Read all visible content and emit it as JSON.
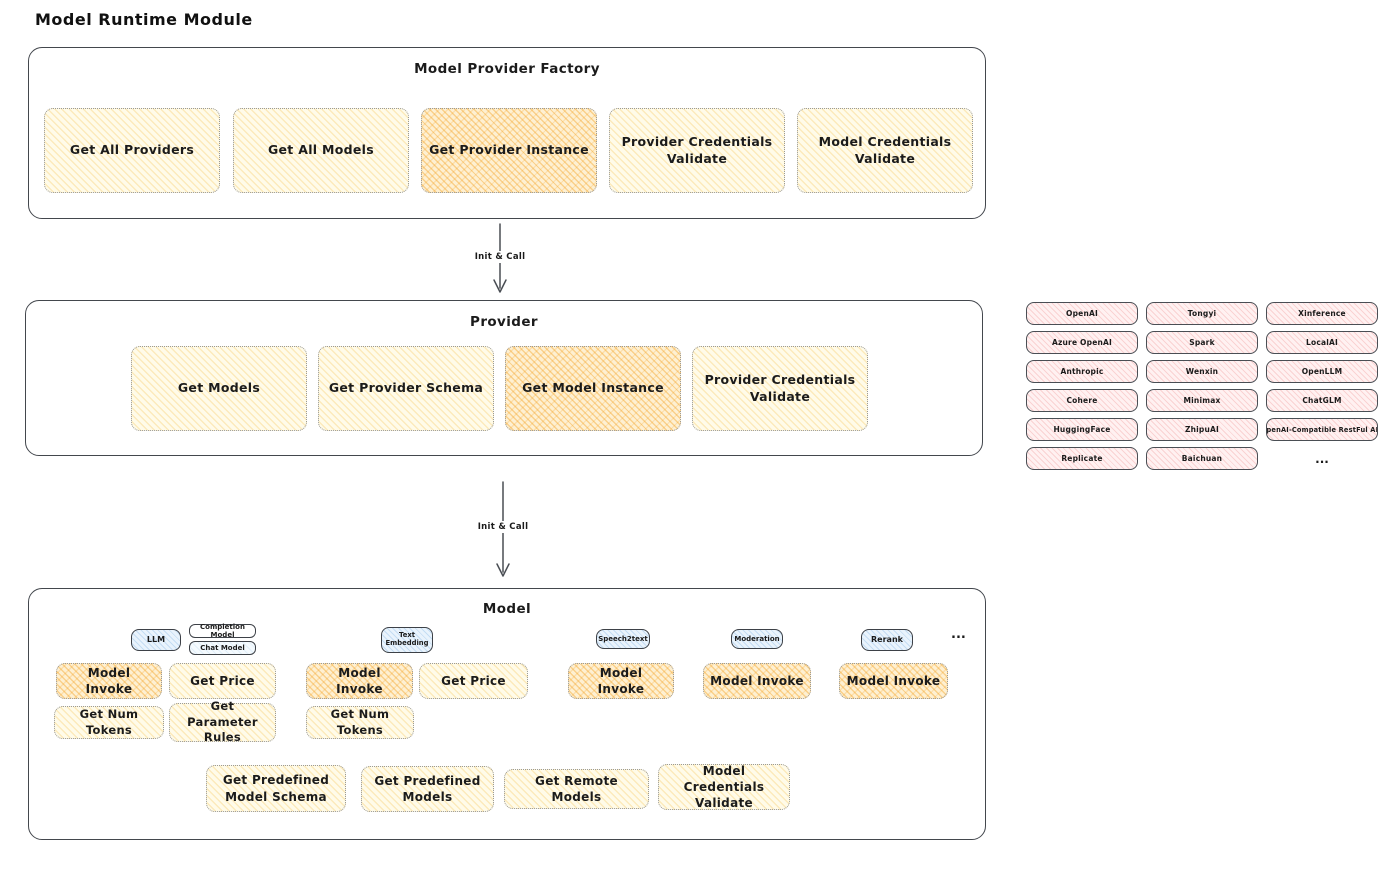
{
  "diagram_title": "Model Runtime Module",
  "flow": {
    "arrow1_label": "Init & Call",
    "arrow2_label": "Init & Call"
  },
  "factory": {
    "title": "Model Provider Factory",
    "buttons": [
      {
        "label": "Get All Providers",
        "highlight": false
      },
      {
        "label": "Get All Models",
        "highlight": false
      },
      {
        "label": "Get Provider Instance",
        "highlight": true
      },
      {
        "label": "Provider Credentials Validate",
        "highlight": false
      },
      {
        "label": "Model Credentials Validate",
        "highlight": false
      }
    ]
  },
  "provider": {
    "title": "Provider",
    "buttons": [
      {
        "label": "Get Models",
        "highlight": false
      },
      {
        "label": "Get Provider Schema",
        "highlight": false
      },
      {
        "label": "Get Model Instance",
        "highlight": true
      },
      {
        "label": "Provider Credentials Validate",
        "highlight": false
      }
    ]
  },
  "providers_grid": {
    "items": [
      "OpenAI",
      "Tongyi",
      "Xinference",
      "Azure OpenAI",
      "Spark",
      "LocalAI",
      "Anthropic",
      "Wenxin",
      "OpenLLM",
      "Cohere",
      "Minimax",
      "ChatGLM",
      "HuggingFace",
      "ZhipuAI",
      "OpenAI-Compatible RestFul API",
      "Replicate",
      "Baichuan"
    ],
    "more_label": "..."
  },
  "model": {
    "title": "Model",
    "types": {
      "llm": "LLM",
      "completion": "Completion Model",
      "chat": "Chat Model",
      "text_embedding": "Text Embedding",
      "speech2text": "Speech2text",
      "moderation": "Moderation",
      "rerank": "Rerank",
      "more": "..."
    },
    "llm": {
      "invoke": "Model Invoke",
      "price": "Get Price",
      "tokens": "Get Num Tokens",
      "params": "Get Parameter Rules"
    },
    "embedding": {
      "invoke": "Model Invoke",
      "price": "Get Price",
      "tokens": "Get Num Tokens"
    },
    "speech2text": {
      "invoke": "Model Invoke"
    },
    "moderation": {
      "invoke": "Model Invoke"
    },
    "rerank": {
      "invoke": "Model Invoke"
    },
    "common": [
      "Get Predefined Model Schema",
      "Get Predefined Models",
      "Get Remote Models",
      "Model Credentials Validate"
    ],
    "colors": {
      "highlight_fill": "#fce3ab",
      "action_fill": "#fffbe9",
      "provider_pill_fill": "#ffe3e3",
      "type_badge_fill": "#d9ecfb"
    }
  }
}
